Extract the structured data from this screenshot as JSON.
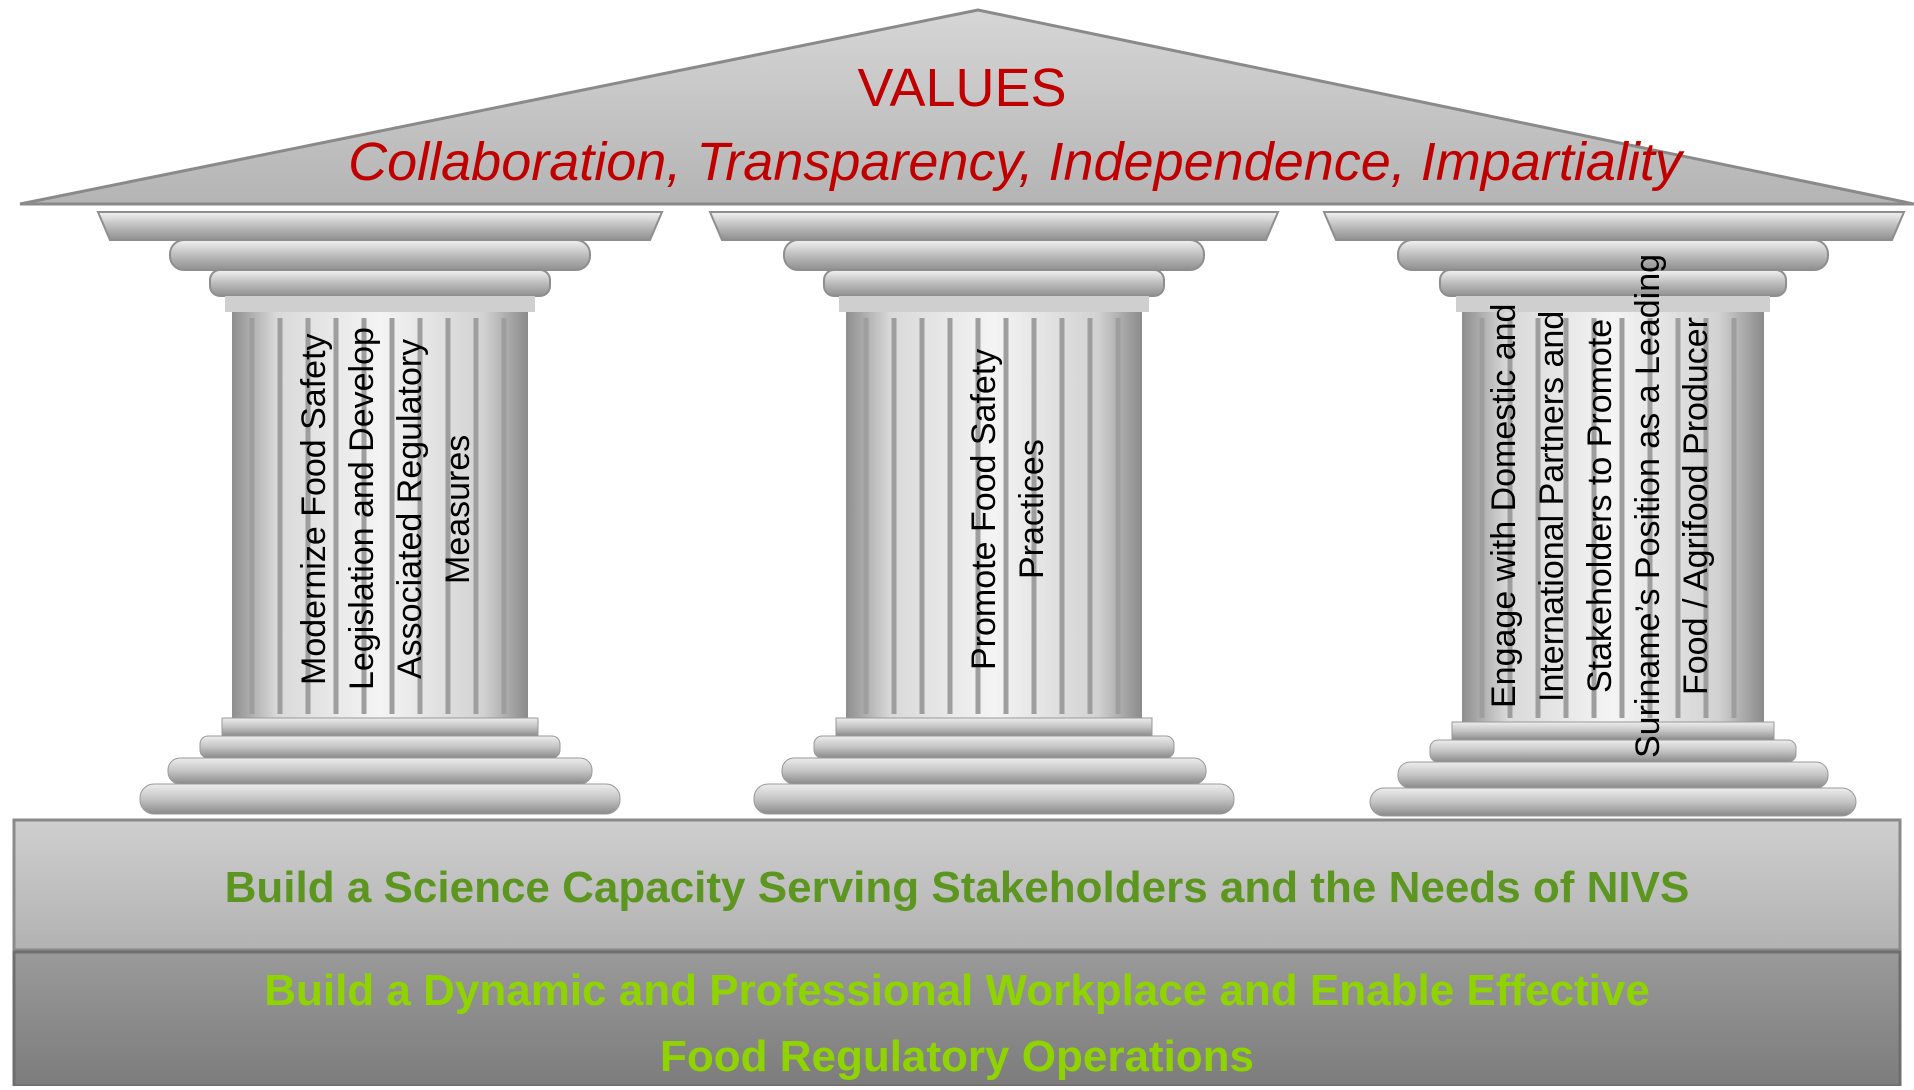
{
  "values": {
    "title": "VALUES",
    "list": "Collaboration, Transparency, Independence, Impartiality"
  },
  "pillars": [
    {
      "label": "Modernize Food Safety\nLegislation and Develop\nAssociated Regulatory\nMeasures"
    },
    {
      "label": "Promote Food Safety\nPractices"
    },
    {
      "label": "Engage with Domestic and\nInternational Partners and\nStakeholders to Promote\nSuriname’s Position as a Leading\nFood / Agrifood Producer"
    }
  ],
  "foundation": {
    "upper": "Build a Science Capacity Serving Stakeholders and the Needs of NIVS",
    "lower": "Build a Dynamic and Professional Workplace and Enable Effective\nFood Regulatory Operations"
  },
  "colors": {
    "values_text": "#c00000",
    "foundation_upper_text": "#5c9620",
    "foundation_lower_text": "#8fd400",
    "roof": "#c8c8c8",
    "foundation_upper_fill": "#bdbdbd",
    "foundation_lower_fill": "#8c8c8c"
  }
}
